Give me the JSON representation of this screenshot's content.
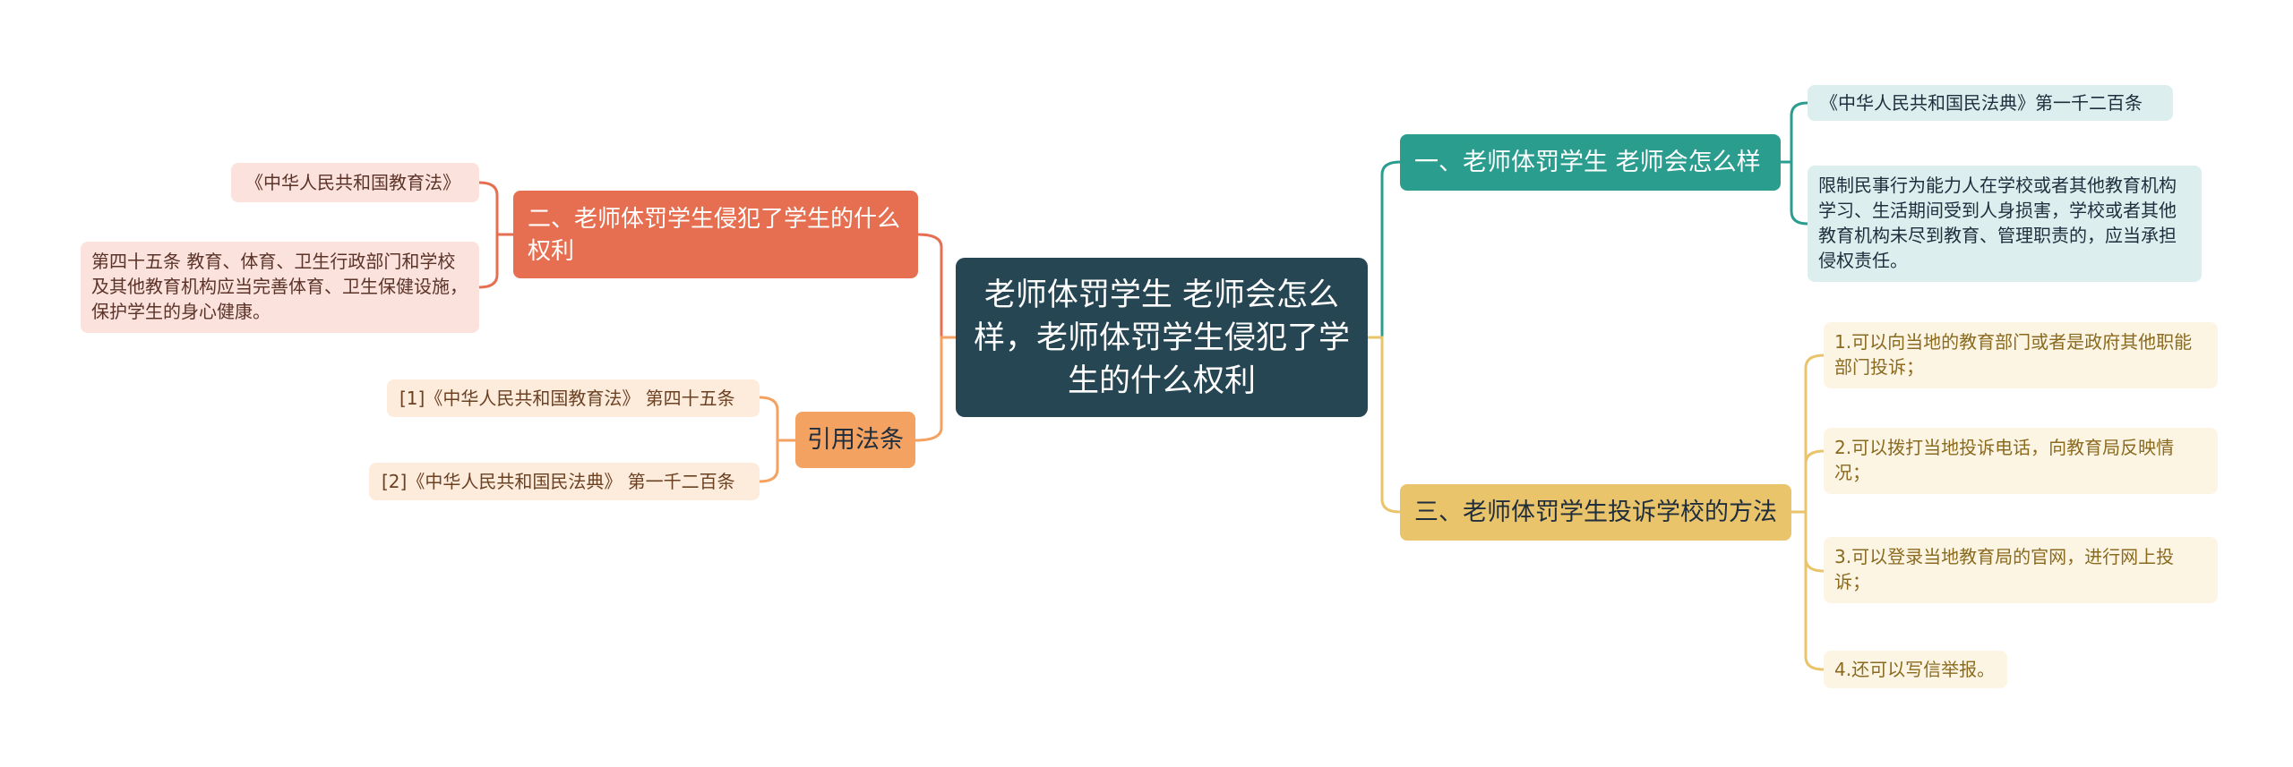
{
  "root": {
    "title": "老师体罚学生 老师会怎么样，老师体罚学生侵犯了学生的什么权利"
  },
  "branches": {
    "b1": {
      "label": "一、老师体罚学生 老师会怎么样",
      "leaves": [
        "《中华人民共和国民法典》第一千二百条",
        "限制民事行为能力人在学校或者其他教育机构学习、生活期间受到人身损害，学校或者其他教育机构未尽到教育、管理职责的，应当承担侵权责任。"
      ]
    },
    "b2": {
      "label": "二、老师体罚学生侵犯了学生的什么权利",
      "leaves": [
        "《中华人民共和国教育法》",
        "第四十五条  教育、体育、卫生行政部门和学校及其他教育机构应当完善体育、卫生保健设施，保护学生的身心健康。"
      ]
    },
    "b3": {
      "label": "三、老师体罚学生投诉学校的方法",
      "leaves": [
        "1.可以向当地的教育部门或者是政府其他职能部门投诉；",
        "2.可以拨打当地投诉电话，向教育局反映情况；",
        "3.可以登录当地教育局的官网，进行网上投诉；",
        "4.还可以写信举报。"
      ]
    },
    "b4": {
      "label": "引用法条",
      "leaves": [
        "[1]《中华人民共和国教育法》 第四十五条",
        "[2]《中华人民共和国民法典》 第一千二百条"
      ]
    }
  },
  "colors": {
    "root": "#264653",
    "b1": "#2a9d8f",
    "b2": "#e76f51",
    "b3": "#e9c46a",
    "b4": "#f4a261"
  }
}
